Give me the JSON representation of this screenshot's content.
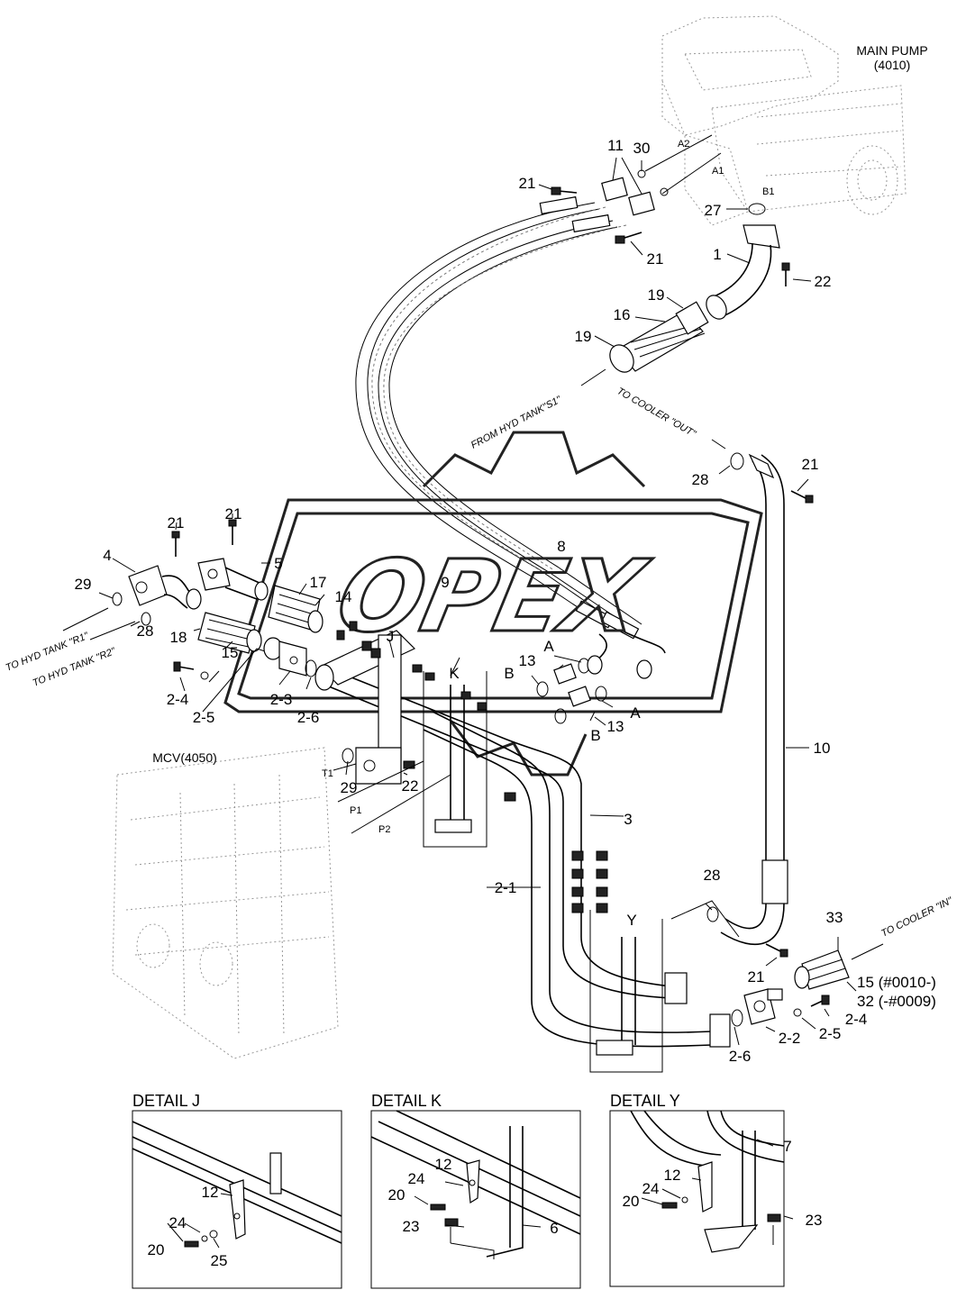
{
  "titles": {
    "main_pump_name": "MAIN PUMP",
    "main_pump_code": "(4010)",
    "mcv": "MCV(4050)",
    "detail_j": "DETAIL J",
    "detail_k": "DETAIL K",
    "detail_y": "DETAIL Y"
  },
  "notes": {
    "from_hyd_tank": "FROM HYD TANK\"S1\"",
    "to_cooler_out": "TO COOLER \"OUT\"",
    "to_cooler_in": "TO COOLER \"IN\"",
    "to_hyd_tank_r1": "TO HYD TANK \"R1\"",
    "to_hyd_tank_r2": "TO HYD TANK \"R2\""
  },
  "ports": {
    "a1": "A1",
    "a2": "A2",
    "b1": "B1",
    "t1": "T1",
    "p1": "P1",
    "p2": "P2"
  },
  "callouts": {
    "c11": "11",
    "c30": "30",
    "c21_top": "21",
    "c21_top2": "21",
    "c27": "27",
    "c1": "1",
    "c22_top": "22",
    "c19_a": "19",
    "c16": "16",
    "c19_b": "19",
    "c28_right": "28",
    "c21_right": "21",
    "c21_left_a": "21",
    "c21_left_b": "21",
    "c4": "4",
    "c5": "5",
    "c29_left": "29",
    "c28_left": "28",
    "c17": "17",
    "c14": "14",
    "c18": "18",
    "c15_left": "15",
    "c8": "8",
    "c9": "9",
    "cJ": "J",
    "cK": "K",
    "cA_1": "A",
    "cA_2": "A",
    "cB_1": "B",
    "cB_2": "B",
    "c13_1": "13",
    "c13_2": "13",
    "c2_4_left": "2-4",
    "c2_5_left": "2-5",
    "c2_3": "2-3",
    "c2_6_left": "2-6",
    "c29_mid": "29",
    "c22_mid": "22",
    "c10": "10",
    "c3": "3",
    "c2_1": "2-1",
    "cY": "Y",
    "c28_low": "28",
    "c33": "33",
    "c21_low": "21",
    "c15_right": "15 (#0010-)",
    "c32": "32 (-#0009)",
    "c2_2": "2-2",
    "c2_5_right": "2-5",
    "c2_4_right": "2-4",
    "c2_6_right": "2-6"
  },
  "detail_j": {
    "c12": "12",
    "c24": "24",
    "c20": "20",
    "c25": "25"
  },
  "detail_k": {
    "c12": "12",
    "c24": "24",
    "c20": "20",
    "c23": "23",
    "c6": "6"
  },
  "detail_y": {
    "c7": "7",
    "c12": "12",
    "c24": "24",
    "c20": "20",
    "c23": "23"
  },
  "watermark": "OPEX"
}
